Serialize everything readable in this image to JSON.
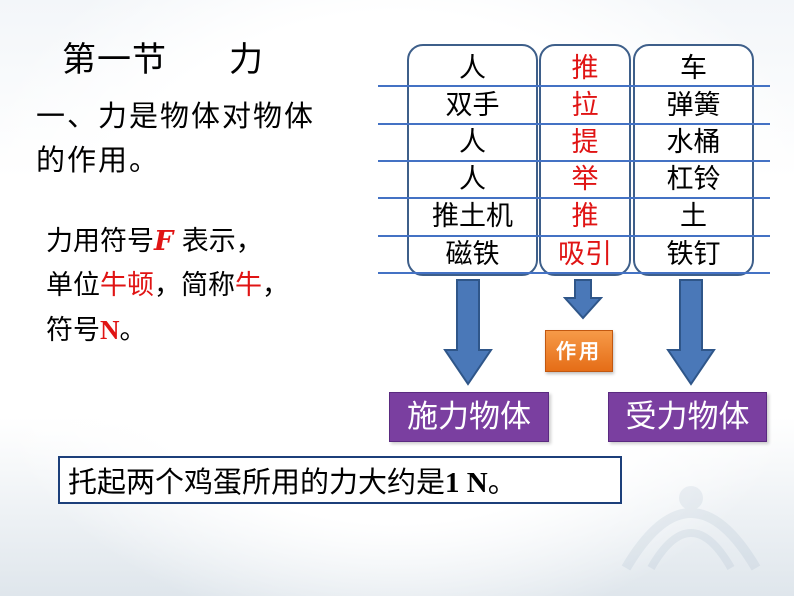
{
  "title": {
    "section": "第一节",
    "topic": "力"
  },
  "definition": {
    "line1": "一、力是物体对物体",
    "line2": "的作用。"
  },
  "unit_text": {
    "l1_a": "力用符号",
    "l1_symbol": "F",
    "l1_b": " 表示，",
    "l2_a": "单位",
    "l2_unit": "牛顿",
    "l2_b": "，简称",
    "l2_short": "牛",
    "l2_c": "，",
    "l3_a": "符号",
    "l3_symbol": "N",
    "l3_b": "。"
  },
  "table": {
    "rows": [
      {
        "agent": "人",
        "action": "推",
        "receiver": "车"
      },
      {
        "agent": "双手",
        "action": "拉",
        "receiver": "弹簧"
      },
      {
        "agent": "人",
        "action": "提",
        "receiver": "水桶"
      },
      {
        "agent": "人",
        "action": "举",
        "receiver": "杠铃"
      },
      {
        "agent": "推土机",
        "action": "推",
        "receiver": "土"
      },
      {
        "agent": "磁铁",
        "action": "吸引",
        "receiver": "铁钉"
      }
    ]
  },
  "labels": {
    "agent_object": "施力物体",
    "interaction": "作用",
    "receiver_object": "受力物体"
  },
  "example": {
    "text_a": "托起两个鸡蛋所用的力大约是",
    "value": "1 N",
    "text_b": "。"
  },
  "colors": {
    "red": "#e01414",
    "blue_line": "#4472c4",
    "purple": "#7a3fa0",
    "orange": "#e56d17",
    "arrow_blue": "#4a78b8"
  }
}
